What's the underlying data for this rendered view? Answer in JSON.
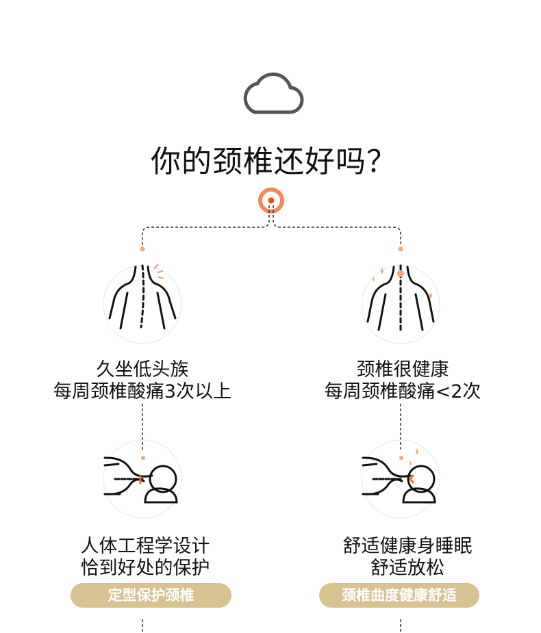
{
  "title": "你的颈椎还好吗？",
  "colors": {
    "accent": "#ee6b2f",
    "accent_light": "#f4a77c",
    "pill": "#d8c290",
    "circle_outline": "#cfe3e0"
  },
  "left": {
    "status": [
      "久坐低头族",
      "每周颈椎酸痛3次以上"
    ],
    "benefit": [
      "人体工程学设计",
      "恰到好处的保护"
    ],
    "tag": "定型保护颈椎"
  },
  "right": {
    "status": [
      "颈椎很健康",
      "每周颈椎酸痛<2次"
    ],
    "benefit": [
      "舒适健康身睡眠",
      "舒适放松"
    ],
    "tag": "颈椎曲度健康舒适"
  }
}
